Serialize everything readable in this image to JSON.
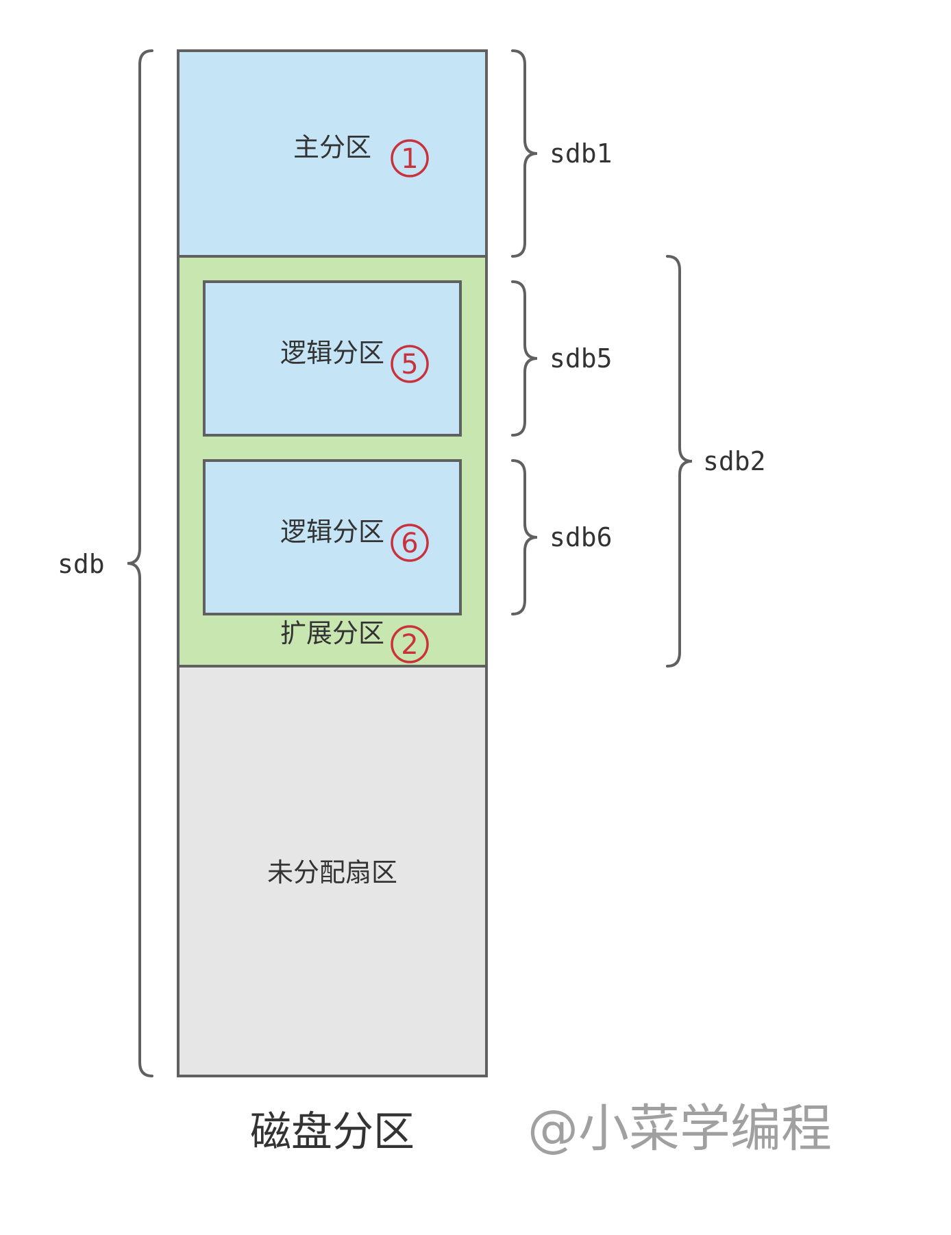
{
  "diagram": {
    "caption": "磁盘分区",
    "watermark": "@小菜学编程",
    "colors": {
      "primary_fill": "#c5e4f6",
      "extended_fill": "#c8e6b0",
      "unallocated_fill": "#e6e6e6",
      "border": "#606060",
      "marker": "#c8323c"
    },
    "partitions": {
      "primary": {
        "label": "主分区",
        "number": "1"
      },
      "logical5": {
        "label": "逻辑分区",
        "number": "5"
      },
      "logical6": {
        "label": "逻辑分区",
        "number": "6"
      },
      "extended": {
        "label": "扩展分区",
        "number": "2"
      },
      "unallocated": {
        "label": "未分配扇区"
      }
    },
    "devices": {
      "disk": "sdb",
      "sdb1": "sdb1",
      "sdb2": "sdb2",
      "sdb5": "sdb5",
      "sdb6": "sdb6"
    }
  }
}
